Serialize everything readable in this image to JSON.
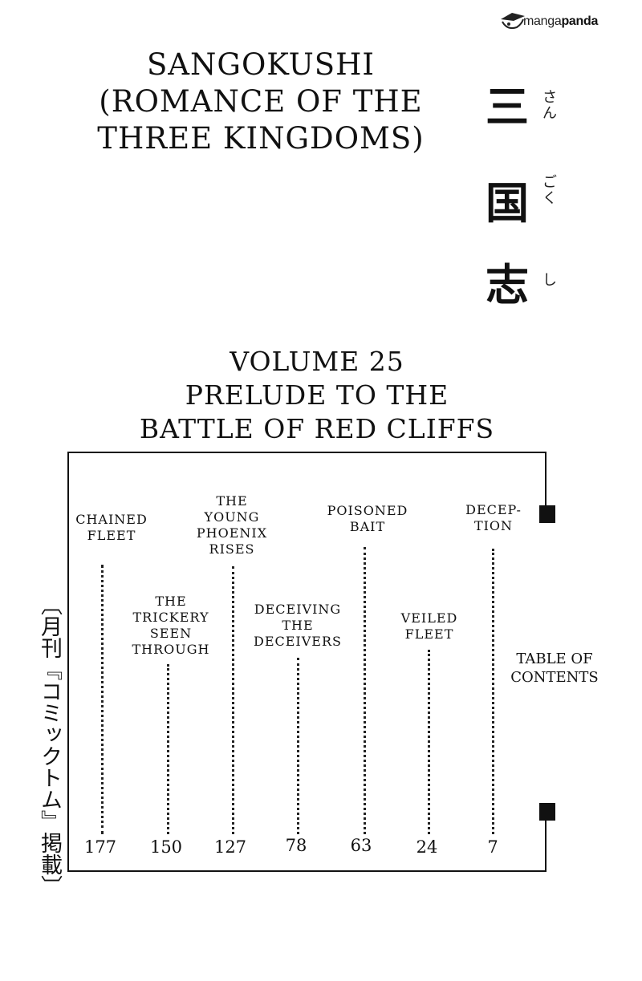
{
  "watermark": {
    "brand_light": "manga",
    "brand_bold": "panda"
  },
  "title": {
    "line1": "Sangokushi",
    "line2": "(Romance of the",
    "line3": "Three Kingdoms)"
  },
  "kanji": [
    {
      "char": "三",
      "furigana": "さん"
    },
    {
      "char": "国",
      "furigana": "ごく"
    },
    {
      "char": "志",
      "furigana": "し"
    }
  ],
  "volume": {
    "line1": "Volume 25",
    "line2": "Prelude to the",
    "line3": "Battle of Red Cliffs"
  },
  "toc": {
    "line1": "Table of",
    "line2": "Contents"
  },
  "chapters": [
    {
      "title": "Deception",
      "page": "7"
    },
    {
      "title": "Veiled Fleet",
      "page": "24"
    },
    {
      "title": "Poisoned Bait",
      "page": "63"
    },
    {
      "title": "Deceiving the Deceivers",
      "page": "78"
    },
    {
      "title": "The Young Phoenix Rises",
      "page": "127"
    },
    {
      "title": "The Trickery Seen Through",
      "page": "150"
    },
    {
      "title": "Chained Fleet",
      "page": "177"
    }
  ],
  "side_note": "〔月刊『コミックトム』掲載〕"
}
